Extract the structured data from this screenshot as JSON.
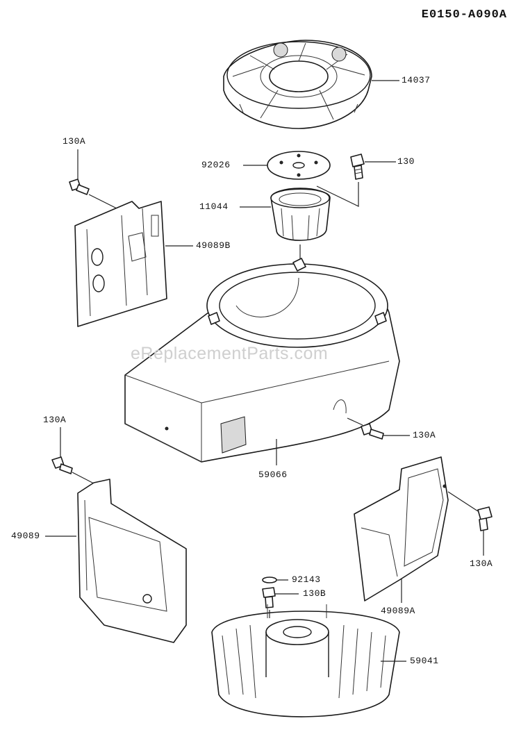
{
  "diagram_code": "E0150-A090A",
  "watermark": "eReplacementParts.com",
  "callouts": {
    "p14037": "14037",
    "p92026": "92026",
    "p130_top": "130",
    "p130A_left": "130A",
    "p11044": "11044",
    "p49089B": "49089B",
    "p130A_mid": "130A",
    "p59066": "59066",
    "p130A_lowleft": "130A",
    "p49089": "49089",
    "p130B": "130B",
    "p92143": "92143",
    "p49089A": "49089A",
    "p130A_right": "130A",
    "p59041": "59041"
  }
}
